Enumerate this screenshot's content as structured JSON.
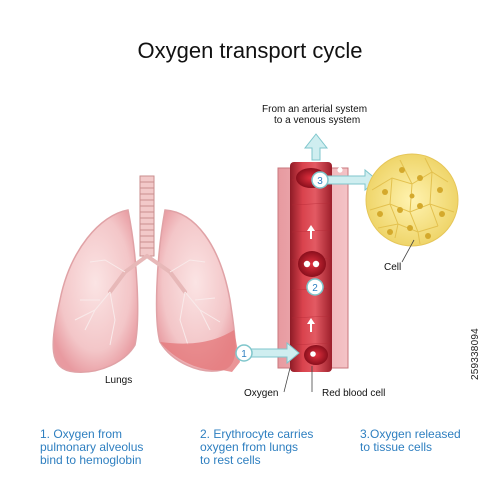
{
  "title": "Oxygen transport cycle",
  "labels": {
    "arterial": [
      "From an arterial system",
      "to a venous system"
    ],
    "cell": "Cell",
    "lungs": "Lungs",
    "oxygen": "Oxygen",
    "rbc": "Red blood cell"
  },
  "steps": [
    {
      "num": "1",
      "lines": [
        "1. Oxygen from",
        "pulmonary alveolus",
        "bind to hemoglobin"
      ]
    },
    {
      "num": "2",
      "lines": [
        "2. Erythrocyte carries",
        "oxygen from lungs",
        "to rest cells"
      ]
    },
    {
      "num": "3",
      "lines": [
        "3.Oxygen released",
        "to tissue cells"
      ]
    }
  ],
  "stock_id": "259338094",
  "colors": {
    "caption": "#2e7fc0",
    "vessel": "#c4303c",
    "lung": "#f3c6c8",
    "cell": "#f3df7a",
    "arrow": "#cfeef0"
  }
}
